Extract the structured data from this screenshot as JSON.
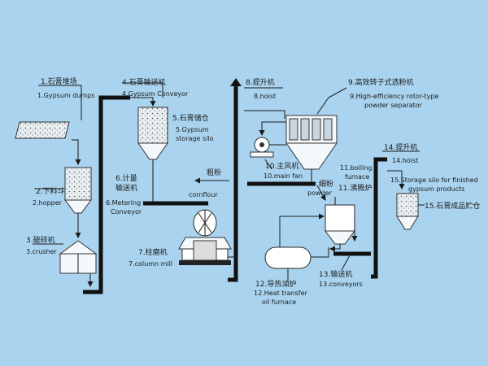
{
  "labels": {
    "l1_cn": "1.石膏堆场",
    "l1_en": "1.Gypsum dumps",
    "l2_cn": "2.下料斗",
    "l2_en": "2.hopper",
    "l3_cn": "3.破碎机",
    "l3_en": "3.crusher",
    "l4_cn": "4.石膏输送机",
    "l4_en": "4.Gypsum Conveyor",
    "l5_cn": "5.石膏储仓",
    "l5_en1": "5.Gypsum",
    "l5_en2": "storage silo",
    "l6_cn1": "6.计量",
    "l6_cn2": "输送机",
    "l6_en1": "6.Metering",
    "l6_en2": "Conveyor",
    "l7_cn": "7.柱磨机",
    "l7_en": "7.column mill",
    "l8_cn": "8.提升机",
    "l8_en": "8.hoist",
    "l9_cn": "9.高效转子式选粉机",
    "l9_en1": "9.High-efficiency rotor-type",
    "l9_en2": "powder separator",
    "l10_cn": "10.主风机",
    "l10_en": "10.main fan",
    "l11_en1": "11.boiling",
    "l11_en2": "furnace",
    "l11_cn": "11.沸腾炉",
    "l12_cn": "12.导热油炉",
    "l12_en1": "12.Heat transfer",
    "l12_en2": "oil furnace",
    "l13_cn": "13.输送机",
    "l13_en": "13.conveyors",
    "l14_cn": "14.提升机",
    "l14_en": "14.hoist",
    "l15_en1": "15.Storage silo for finished",
    "l15_en2": "gypsum products",
    "l15_cn": "15.石膏成品贮仓",
    "coarse_cn": "粗粉",
    "coarse_en": "cornflour",
    "fine_cn": "细粉",
    "fine_en": "powder"
  }
}
